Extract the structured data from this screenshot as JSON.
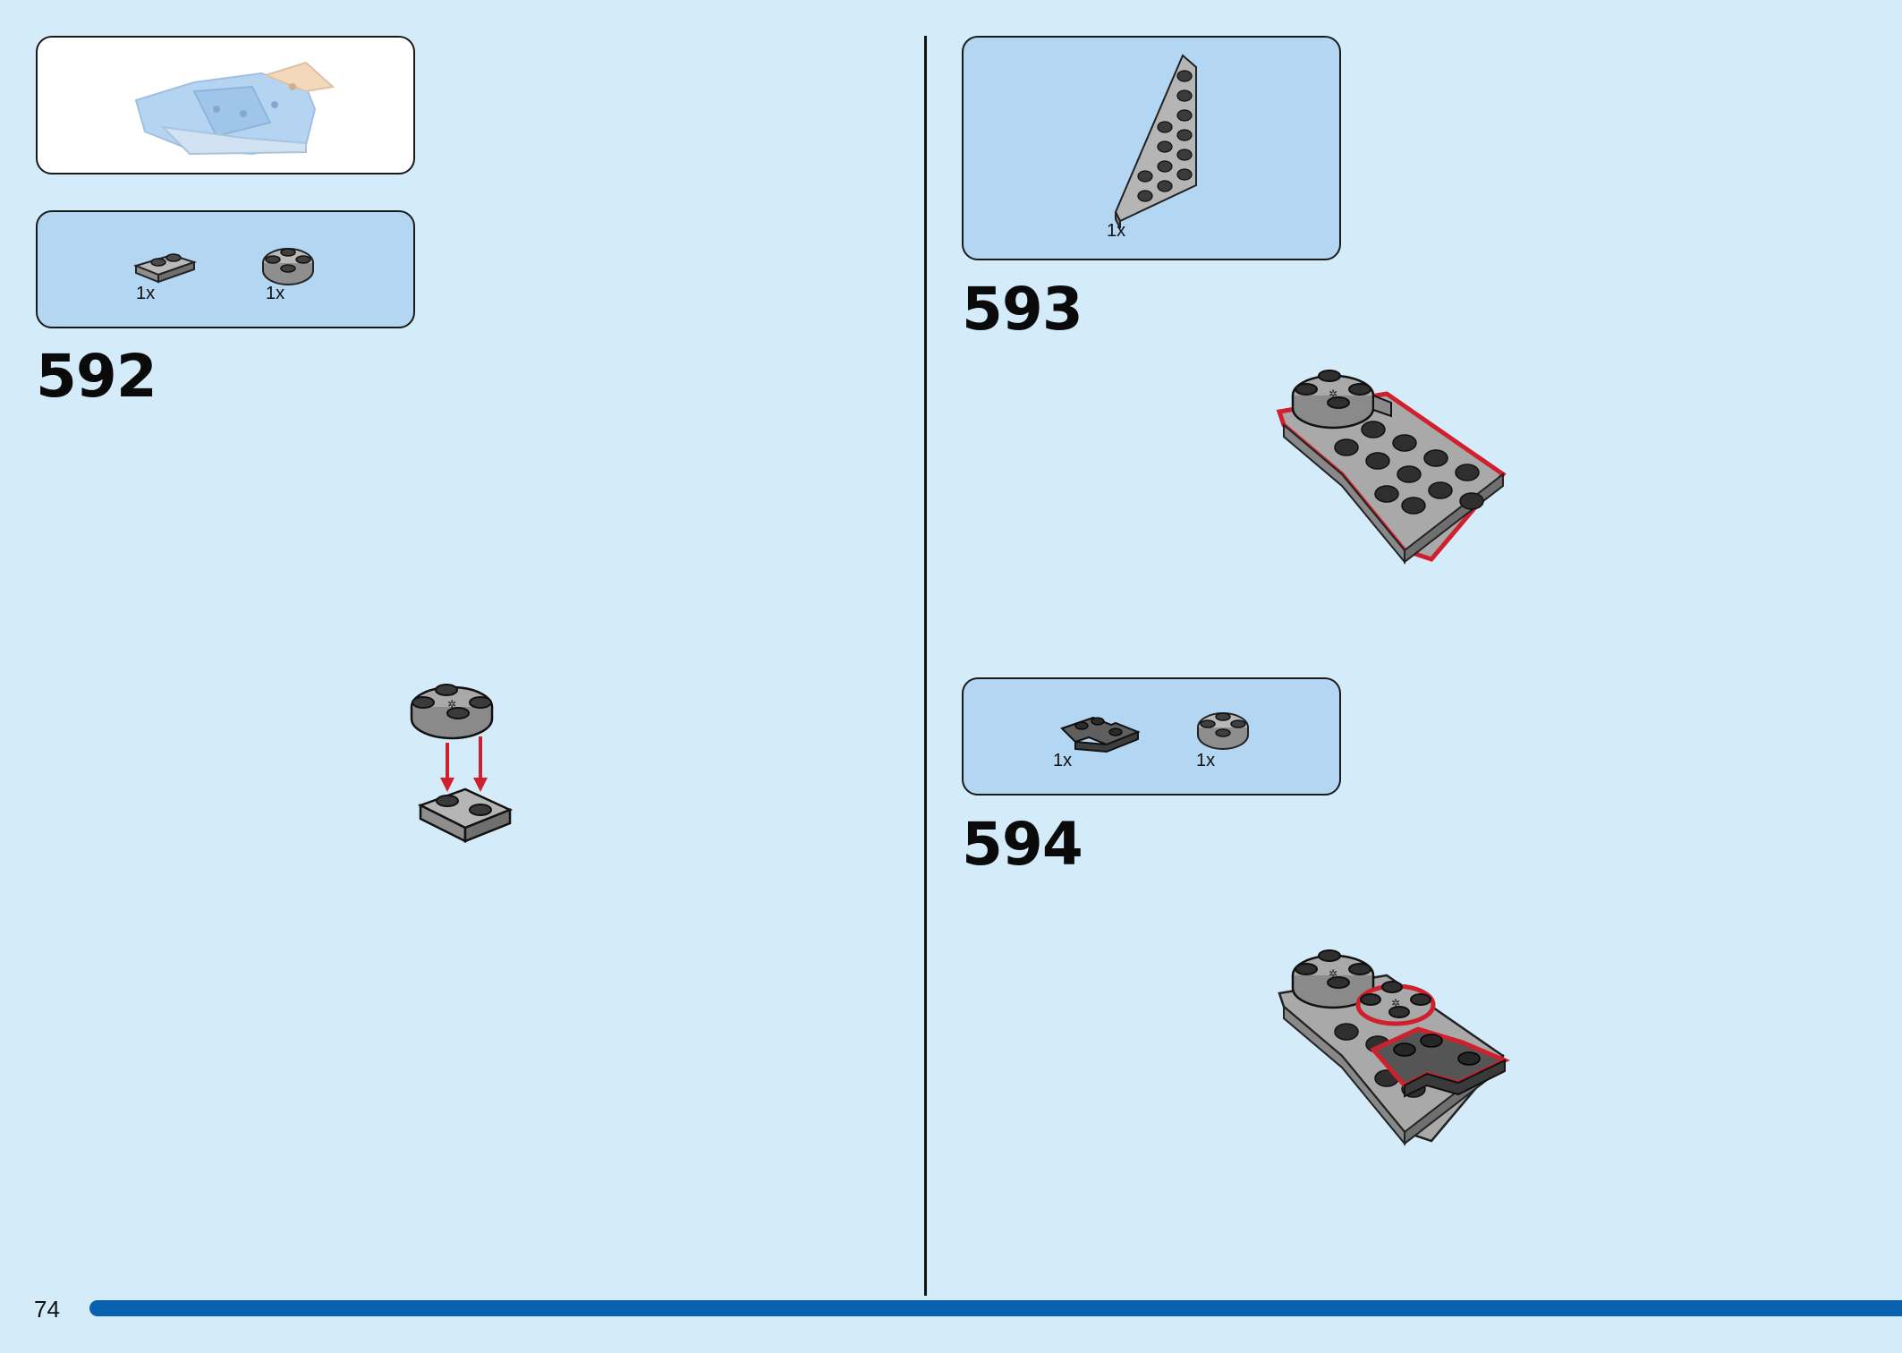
{
  "page": {
    "page_number": "74",
    "progress_fraction": 1.0
  },
  "steps": [
    {
      "number": "592",
      "parts": [
        {
          "qty": "1x",
          "part": "plate-1x2"
        },
        {
          "qty": "1x",
          "part": "round-plate-2x2"
        }
      ]
    },
    {
      "number": "593",
      "parts": [
        {
          "qty": "1x",
          "part": "wedge-plate"
        }
      ]
    },
    {
      "number": "594",
      "parts": [
        {
          "qty": "1x",
          "part": "corner-plate-2x2"
        },
        {
          "qty": "1x",
          "part": "round-plate-2x2"
        }
      ]
    }
  ],
  "colors": {
    "background": "#d4ebf9",
    "parts_box": "#b3d6f3",
    "progress_bar": "#0862b0",
    "highlight": "#d0202e",
    "brick_grey": "#a9a9a9",
    "brick_dark": "#555555"
  }
}
